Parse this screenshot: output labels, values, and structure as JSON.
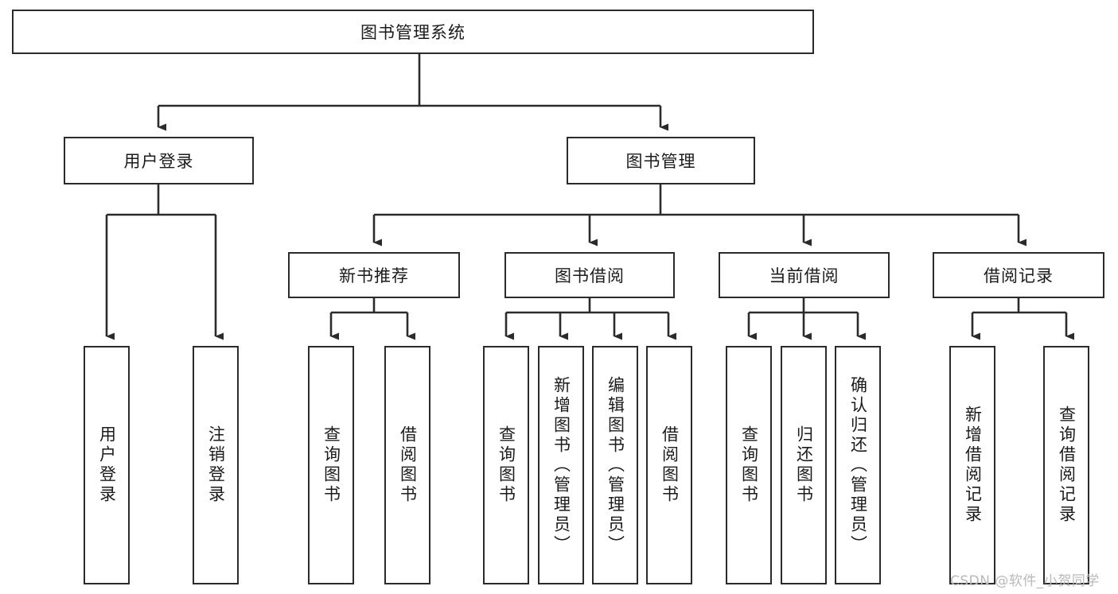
{
  "diagram": {
    "title_node": {
      "label": "图书管理系统"
    },
    "level2": [
      {
        "label": "用户登录"
      },
      {
        "label": "图书管理"
      }
    ],
    "level3": [
      {
        "label": "新书推荐"
      },
      {
        "label": "图书借阅"
      },
      {
        "label": "当前借阅"
      },
      {
        "label": "借阅记录"
      }
    ],
    "leaves": [
      {
        "label": "用户登录"
      },
      {
        "label": "注销登录"
      },
      {
        "label": "查询图书"
      },
      {
        "label": "借阅图书"
      },
      {
        "label": "查询图书"
      },
      {
        "label": "新增图书（管理员）"
      },
      {
        "label": "编辑图书（管理员）"
      },
      {
        "label": "借阅图书"
      },
      {
        "label": "查询图书"
      },
      {
        "label": "归还图书"
      },
      {
        "label": "确认归还（管理员）"
      },
      {
        "label": "新增借阅记录"
      },
      {
        "label": "查询借阅记录"
      }
    ],
    "watermark": "CSDN @软件_小贺同学",
    "colors": {
      "stroke": "#2b2b2b",
      "fill": "#ffffff",
      "text": "#1b1b1b",
      "watermark": "#b9b9b9"
    }
  }
}
